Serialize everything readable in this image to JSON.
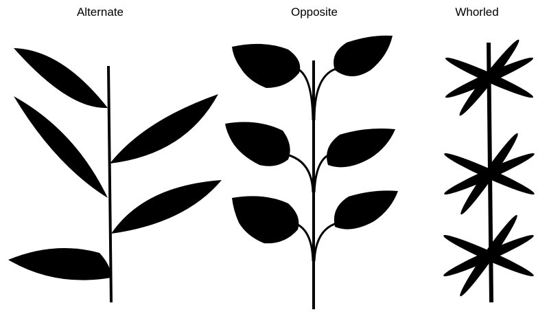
{
  "panels": [
    {
      "id": "alternate",
      "label": "Alternate"
    },
    {
      "id": "opposite",
      "label": "Opposite"
    },
    {
      "id": "whorled",
      "label": "Whorled"
    }
  ],
  "colors": {
    "silhouette": "#000000",
    "background": "#ffffff"
  }
}
